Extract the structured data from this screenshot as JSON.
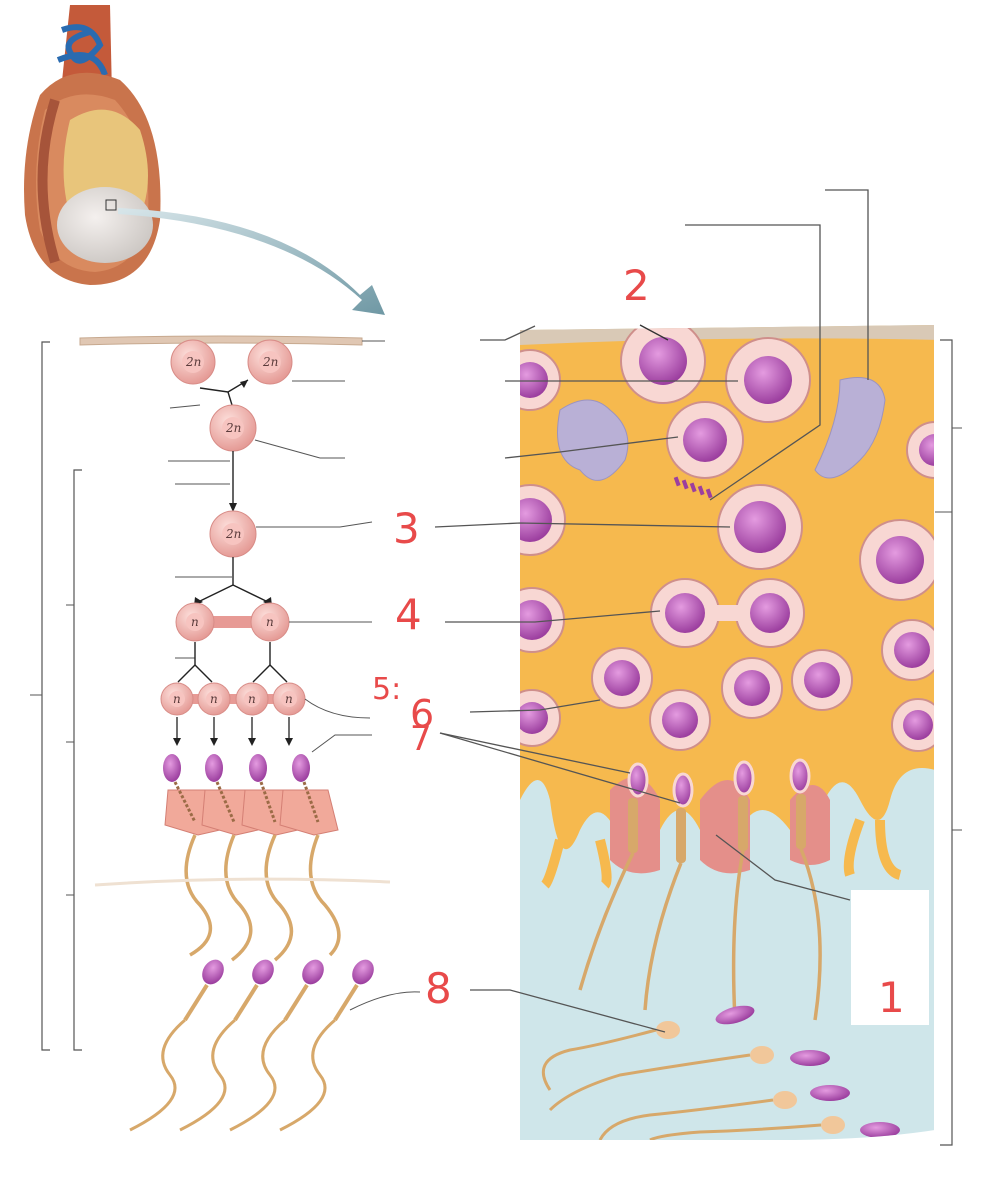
{
  "labels": [
    {
      "id": "1",
      "text": "1"
    },
    {
      "id": "2",
      "text": "2"
    },
    {
      "id": "3",
      "text": "3"
    },
    {
      "id": "4",
      "text": "4"
    },
    {
      "id": "5",
      "text": "5:"
    },
    {
      "id": "6",
      "text": "6"
    },
    {
      "id": "7",
      "text": "7"
    },
    {
      "id": "8",
      "text": "8"
    }
  ],
  "ploidy": {
    "diploid": "2n",
    "haploid": "n"
  },
  "colors": {
    "label_red": "#e84a4a",
    "cell_pink": "#f2b6b3",
    "nucleus_purple": "#b04fb0",
    "cytoplasm_yellow": "#f6b94e",
    "lumen_blue": "#cfe6ea",
    "tail_tan": "#d7a86a",
    "leader_gray": "#555555"
  }
}
